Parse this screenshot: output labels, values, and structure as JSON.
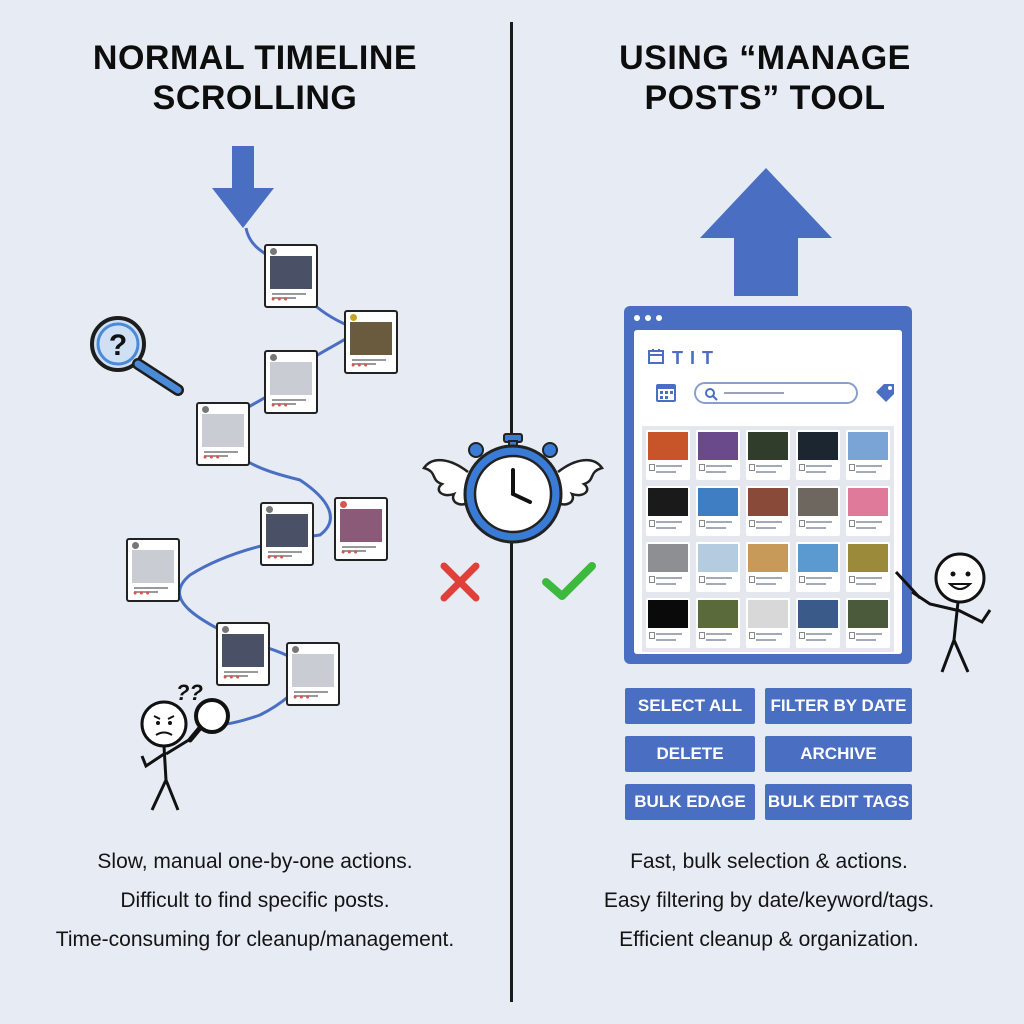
{
  "left": {
    "title_line1": "NORMAL TIMELINE",
    "title_line2": "SCROLLING",
    "bullets": [
      "Slow, manual one-by-one actions.",
      "Difficult to find specific posts.",
      "Time-consuming for cleanup/management."
    ],
    "question_marks": "??"
  },
  "right": {
    "title_line1": "USING “MANAGE",
    "title_line2": "POSTS” TOOL",
    "panel_title": "T I T",
    "buttons": {
      "select_all": "SELECT ALL",
      "filter_by_date": "FILTER BY DATE",
      "delete": "DELETE",
      "archive": "ARCHIVE",
      "bulk_edit_date": "BULK EDΛGE",
      "bulk_edit_tags": "BULK EDIT TAGS"
    },
    "bullets": [
      "Fast, bulk selection & actions.",
      "Easy filtering by date/keyword/tags.",
      "Efficient cleanup & organization."
    ]
  },
  "icons": {
    "down_arrow": "down-arrow-icon",
    "up_arrow": "up-arrow-icon",
    "magnifier": "question-magnifier-icon",
    "stopwatch": "winged-stopwatch-icon",
    "cross": "red-x-icon",
    "check": "green-check-icon"
  },
  "colors": {
    "background": "#e6ebf4",
    "accent_blue": "#4a6fc2",
    "cross_red": "#e0403a",
    "check_green": "#3dba3d"
  }
}
